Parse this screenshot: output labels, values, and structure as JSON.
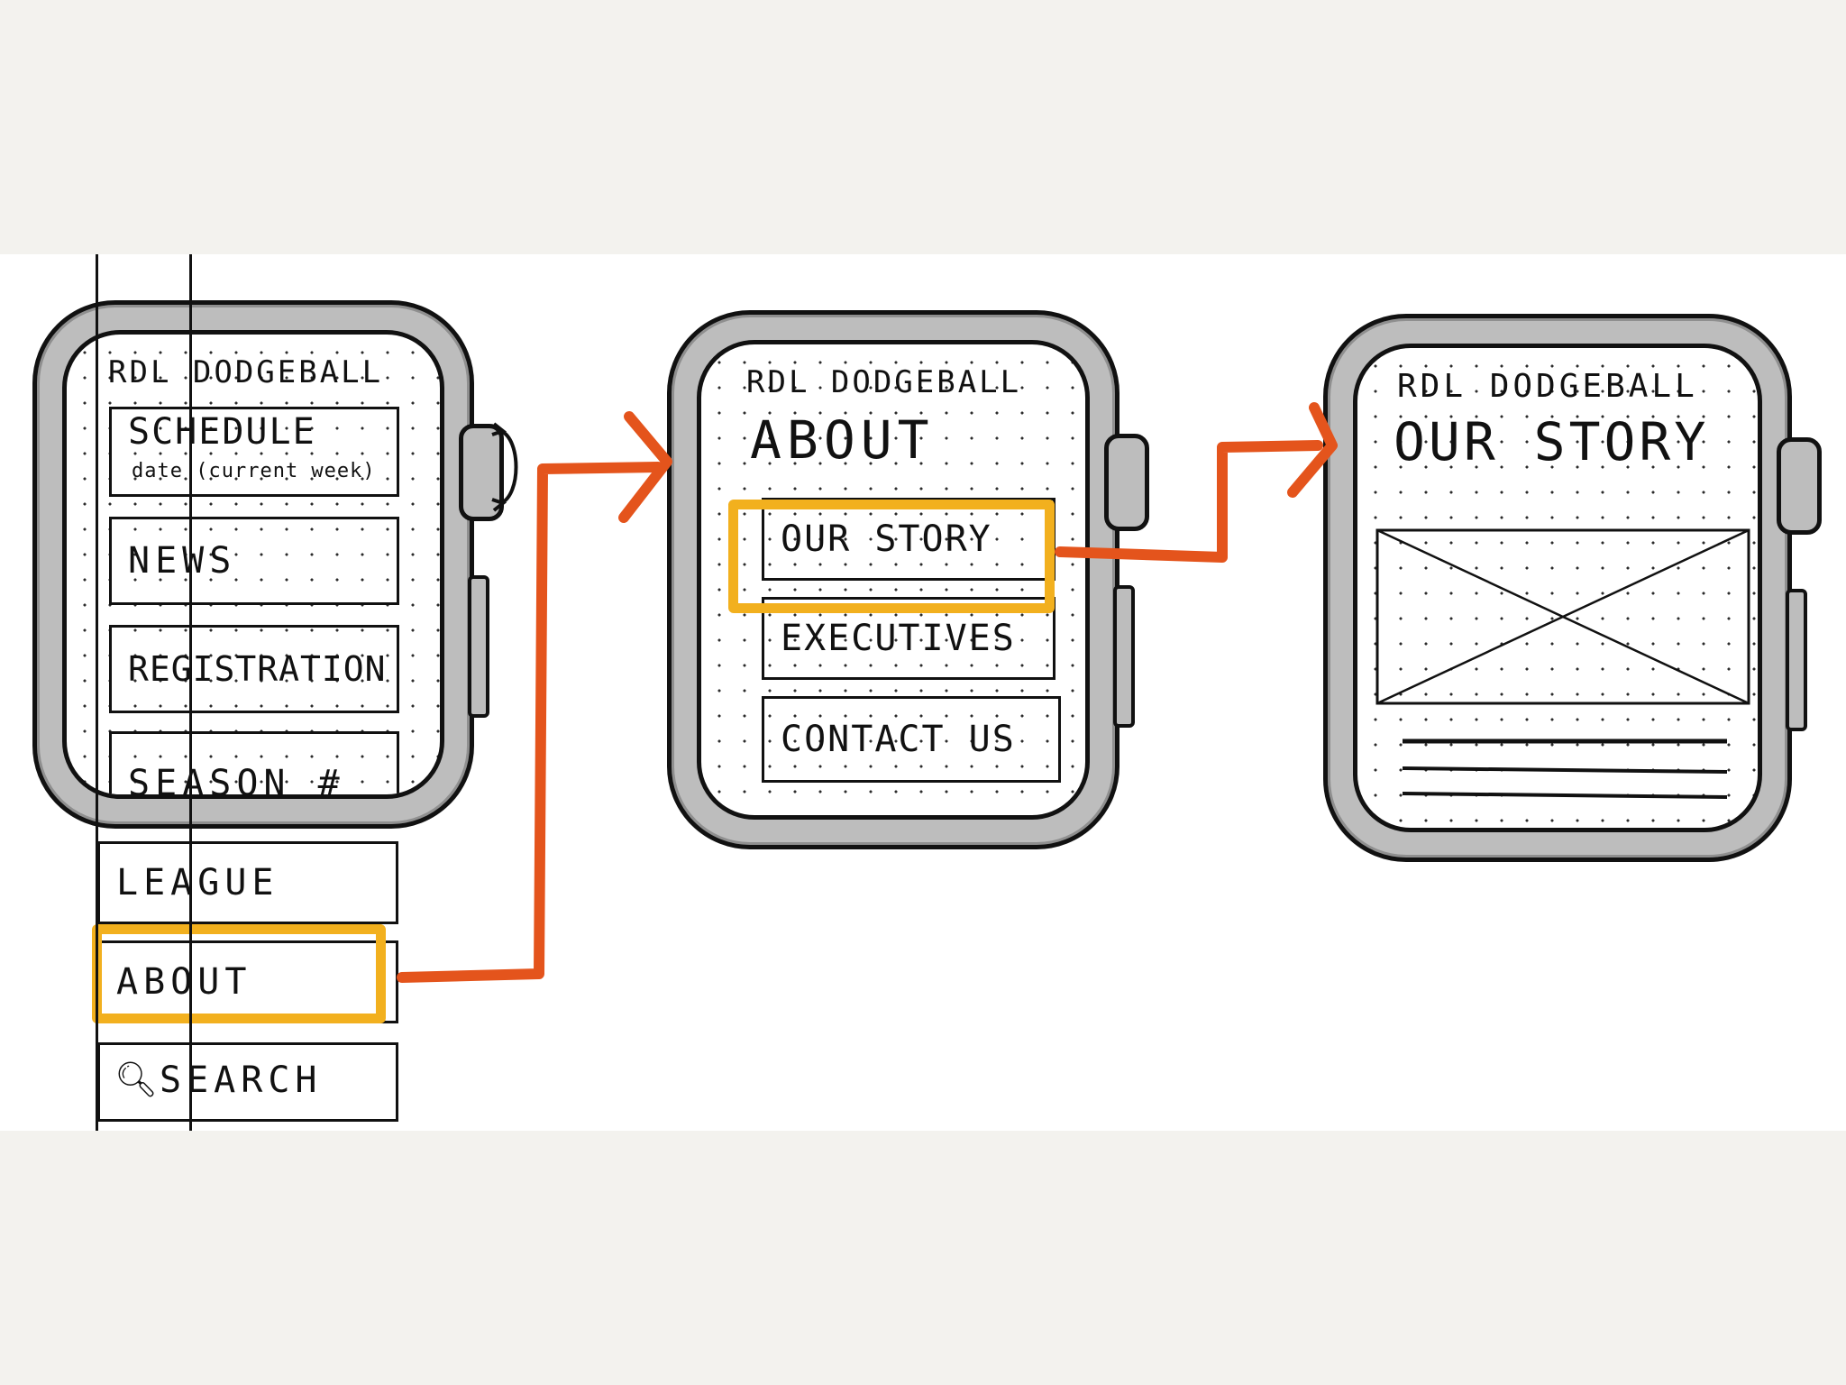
{
  "screens": [
    {
      "brand": "RDL DODGEBALL",
      "menu": [
        {
          "label": "SCHEDULE",
          "sub": "date (current week)"
        },
        {
          "label": "NEWS"
        },
        {
          "label": "REGISTRATION"
        },
        {
          "label": "SEASON #"
        },
        {
          "label": "LEAGUE"
        },
        {
          "label": "ABOUT"
        },
        {
          "label": "SEARCH",
          "icon": "search-icon"
        }
      ],
      "highlighted": "ABOUT"
    },
    {
      "brand": "RDL DODGEBALL",
      "title": "ABOUT",
      "menu": [
        {
          "label": "OUR STORY"
        },
        {
          "label": "EXECUTIVES"
        },
        {
          "label": "CONTACT US"
        }
      ],
      "highlighted": "OUR STORY"
    },
    {
      "brand": "RDL DODGEBALL",
      "title": "OUR STORY",
      "content": [
        "image-placeholder",
        "text-lines"
      ]
    }
  ],
  "colors": {
    "highlight": "#f2b01e",
    "flow_arrow": "#e4541c",
    "watch_body": "#bdbdbd"
  }
}
